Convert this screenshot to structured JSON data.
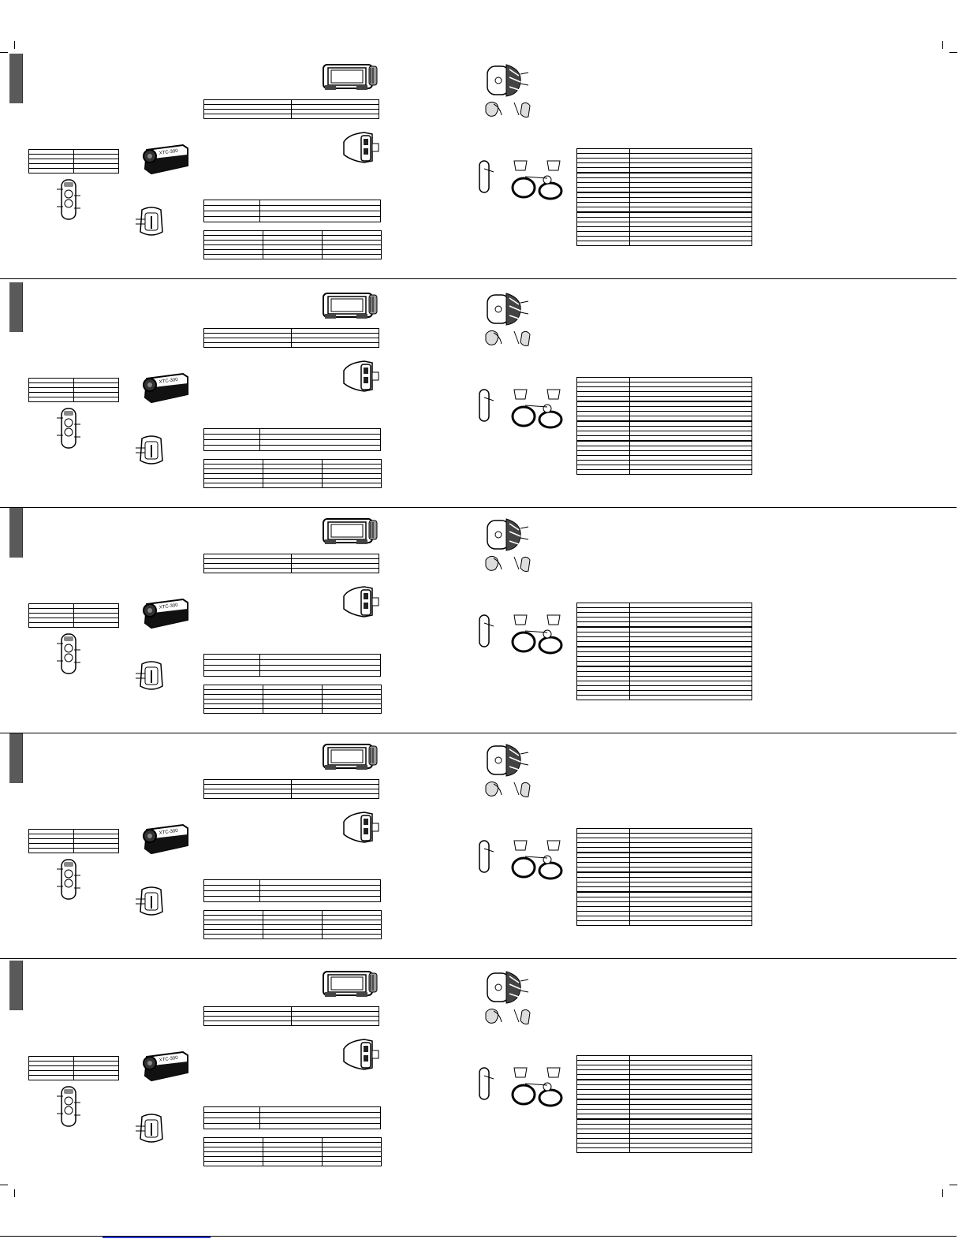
{
  "page": {
    "product_badge": "XTC-300",
    "footer_link_text": ""
  },
  "panels": [
    {
      "id": 1
    },
    {
      "id": 2
    },
    {
      "id": 3
    },
    {
      "id": 4
    },
    {
      "id": 5
    }
  ],
  "colors": {
    "tab": "#5a5a5a",
    "rule": "#000000",
    "link": "#2f3fd8"
  },
  "icons": [
    "crop-mark",
    "camera-dock",
    "camera-body",
    "camera-side",
    "camera-back",
    "remote-control",
    "helmet-mount",
    "clip-mount",
    "strap-mount"
  ]
}
